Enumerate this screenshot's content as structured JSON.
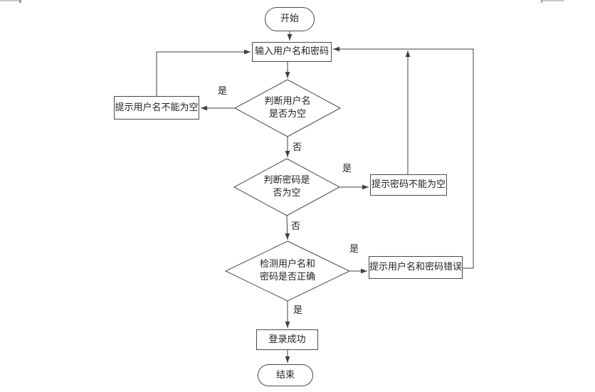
{
  "colors": {
    "line": "#3f3f3f",
    "node_border": "#4a4a4a",
    "node_fill": "#ffffff",
    "text": "#222222",
    "page_edge_gray": "#c9c9c9"
  },
  "flowchart": {
    "title": "login-validation-flowchart",
    "nodes": {
      "start": "开始",
      "input": "输入用户名和密码",
      "check_username": "判断用户名\n是否为空",
      "prompt_username_empty": "提示用户名不能为空",
      "check_password": "判断密码是\n否为空",
      "prompt_password_empty": "提示密码不能为空",
      "check_credentials": "检测用户名和\n密码是否正确",
      "prompt_credentials_wrong": "提示用户名和密码错误",
      "login_success": "登录成功",
      "end": "结束"
    },
    "edge_labels": {
      "username_empty_yes": "是",
      "username_empty_no": "否",
      "password_empty_yes": "是",
      "password_empty_no": "否",
      "credentials_wrong_yes": "是",
      "credentials_ok_yes": "是"
    }
  }
}
